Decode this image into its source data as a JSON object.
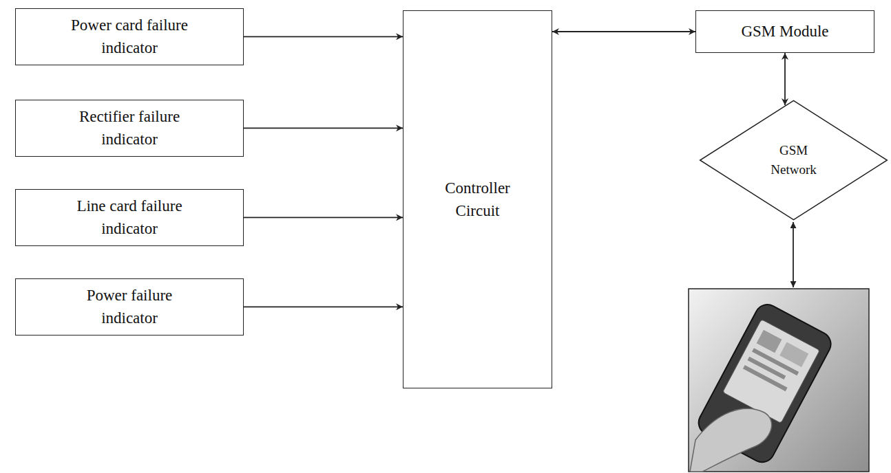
{
  "diagram": {
    "nodes": [
      {
        "text": [
          "Power card failure indicator"
        ]
      },
      {
        "text": [
          "Rectifier failure indicator"
        ]
      },
      {
        "text": [
          "Line card failure indicator"
        ]
      },
      {
        "text": [
          "Power failure indicator"
        ]
      },
      {
        "text": [
          "Controller Circuit"
        ]
      },
      {
        "text": [
          "GSM Module"
        ]
      },
      {
        "text": [
          "GSM Network"
        ]
      }
    ],
    "edges": [
      {
        "from": 0,
        "to": 4,
        "arrow": "to"
      },
      {
        "from": 1,
        "to": 4,
        "arrow": "to"
      },
      {
        "from": 2,
        "to": 4,
        "arrow": "to"
      },
      {
        "from": 3,
        "to": 4,
        "arrow": "to"
      },
      {
        "from": 4,
        "to": 5,
        "arrow": "both"
      },
      {
        "from": 5,
        "to": 6,
        "arrow": "both"
      }
    ]
  }
}
